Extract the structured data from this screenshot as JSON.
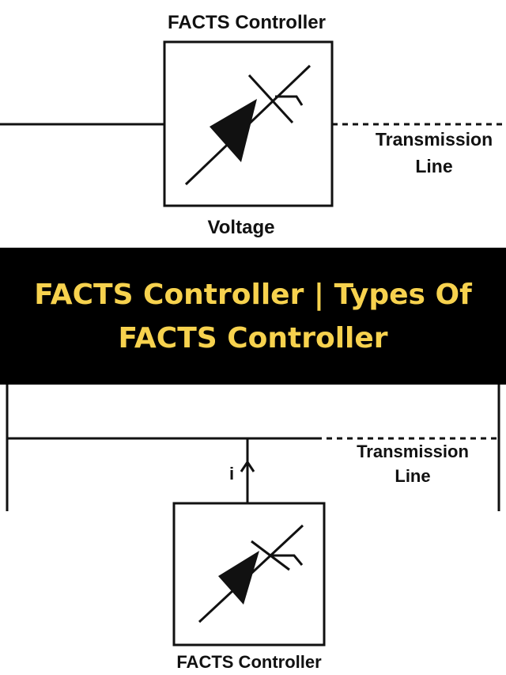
{
  "top_diagram": {
    "title": "FACTS Controller",
    "line_label_1": "Transmission",
    "line_label_2": "Line",
    "bottom_label": "Voltage"
  },
  "banner": {
    "title": "FACTS Controller | Types Of FACTS Controller",
    "background": "#000000",
    "text_color": "#f7d24e"
  },
  "bottom_diagram": {
    "line_label_1": "Transmission",
    "line_label_2": "Line",
    "current_label": "i",
    "caption": "FACTS Controller"
  }
}
